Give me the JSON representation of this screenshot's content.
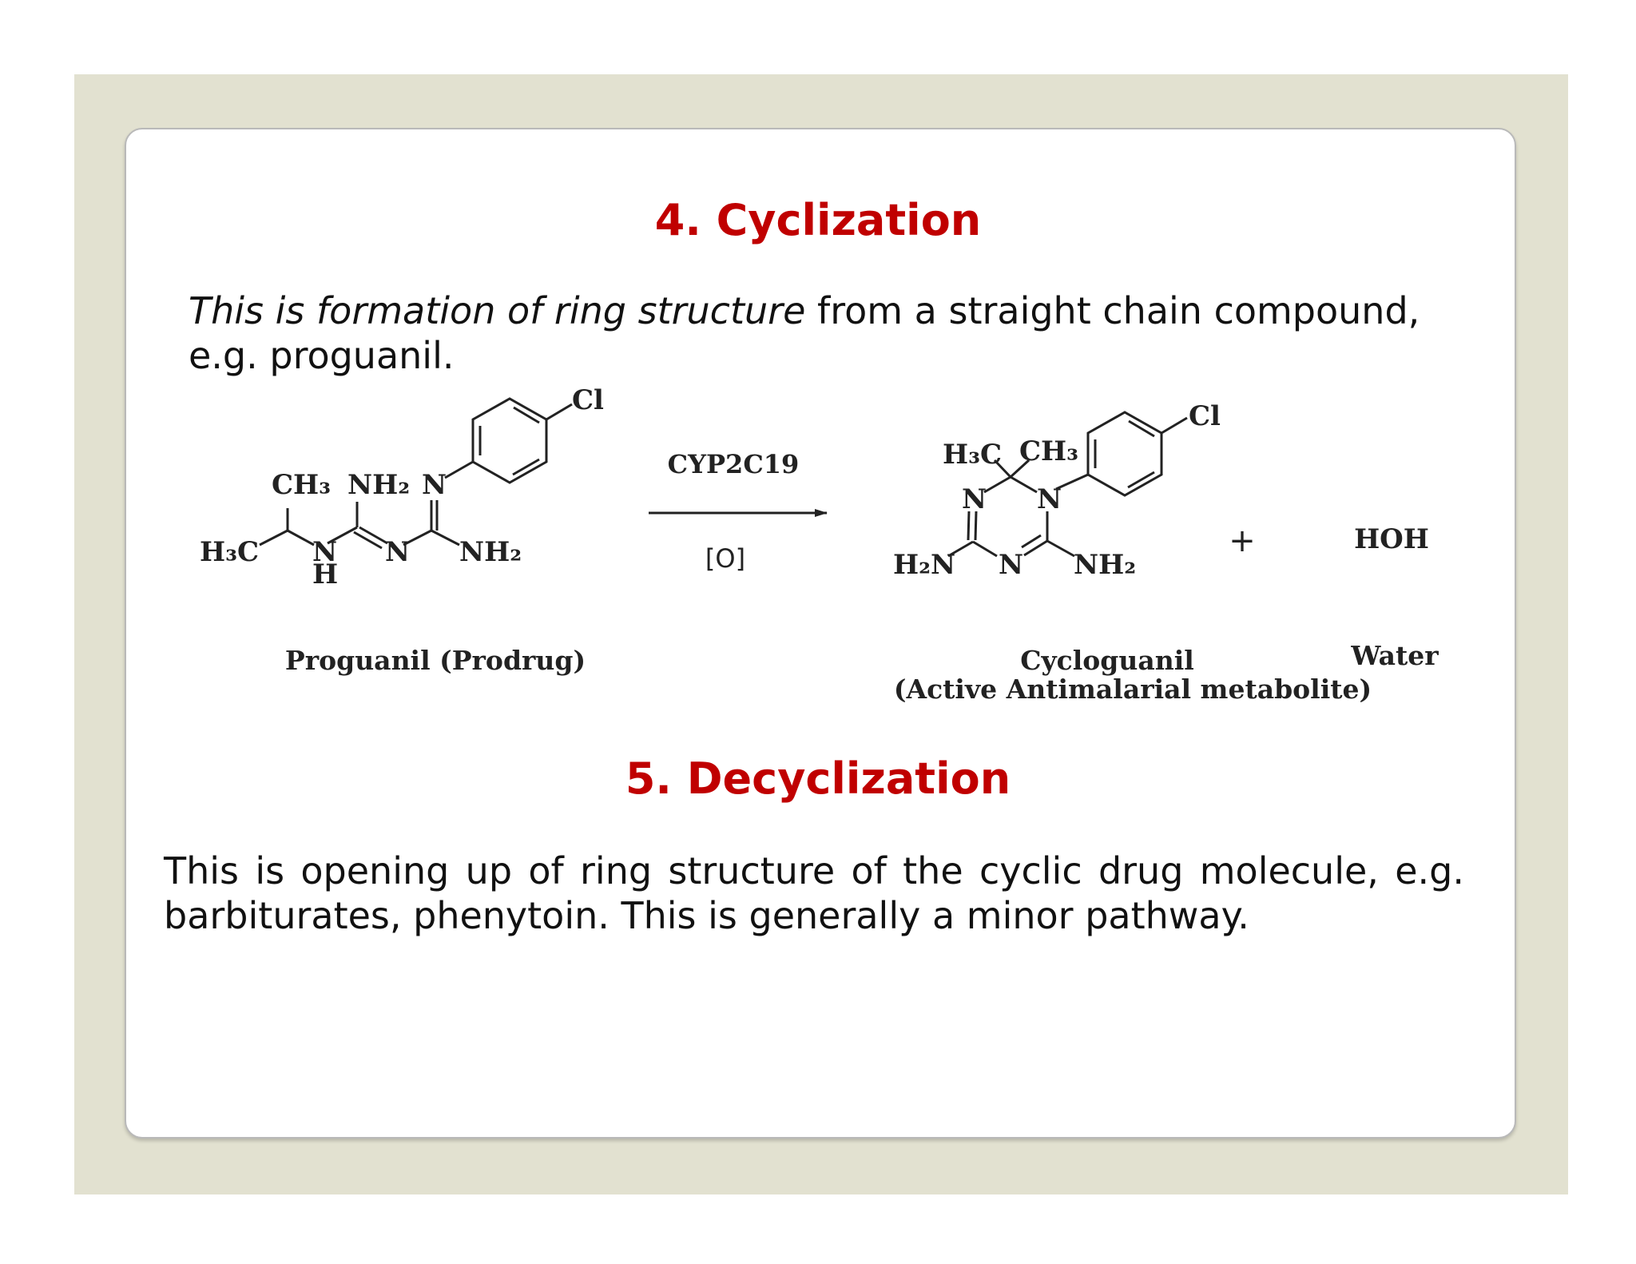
{
  "section1": {
    "title": "4. Cyclization",
    "text_italic": "This is formation of ring structure",
    "text_rest": " from a straight chain compound, e.g. proguanil."
  },
  "scheme": {
    "enzyme": "CYP2C19",
    "oxidation": "[O]",
    "plus": "+",
    "water_formula": "HOH",
    "reactant_label": "Proguanil (Prodrug)",
    "product_label": "Cycloguanil",
    "product_sublabel": "(Active Antimalarial metabolite)",
    "water_label": "Water",
    "atoms": {
      "h3c": "H₃C",
      "ch3": "CH₃",
      "nh2": "NH₂",
      "n": "N",
      "h": "H",
      "cl": "Cl",
      "h2n": "H₂N"
    }
  },
  "section2": {
    "title": "5. Decyclization",
    "text": "This is opening up of ring structure of the cyclic drug molecule, e.g. barbiturates, phenytoin. This is generally a minor pathway."
  },
  "colors": {
    "heading": "#c00000",
    "frame": "#e2e1d0",
    "card_border": "#b9b9b9"
  }
}
